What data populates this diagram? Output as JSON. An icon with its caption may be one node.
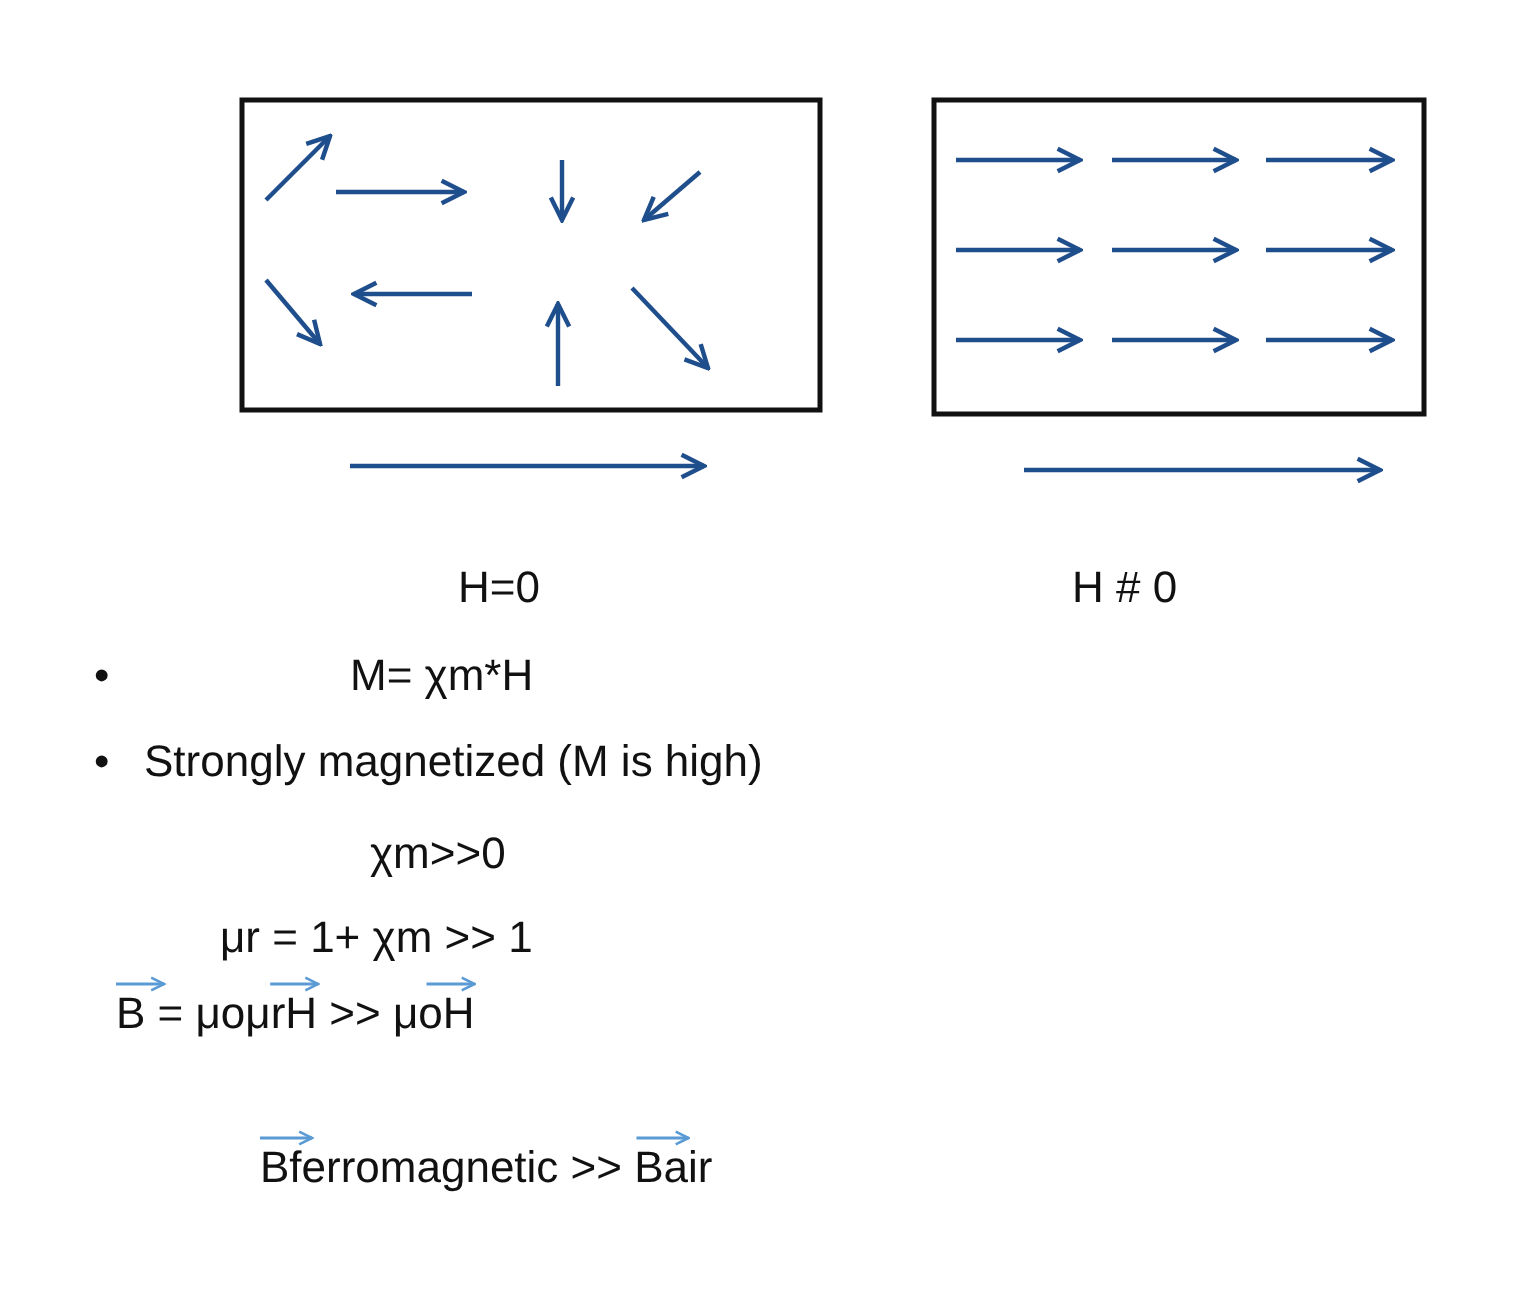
{
  "diagram": {
    "labels": [
      "H=0",
      "H # 0",
      "•",
      "M= χm*H",
      "•",
      "Strongly magnetized (M is high)",
      "χm>>0",
      "μr = 1+ χm >> 1",
      "B = μoμrH >> μoH",
      "Bferromagnetic >> Bair"
    ]
  }
}
